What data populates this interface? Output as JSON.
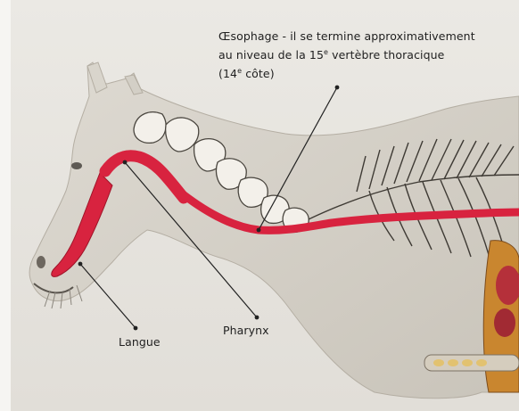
{
  "labels": {
    "oesophage": {
      "line1": "Œsophage - il se termine approximativement",
      "line2_a": "au niveau de la 15",
      "line2_sup": "e",
      "line2_b": " vertèbre thoracique",
      "line3_a": "(14",
      "line3_sup": "e",
      "line3_b": " côte)"
    },
    "langue": "Langue",
    "pharynx": "Pharynx"
  },
  "colors": {
    "background": "#e6e4df",
    "horse_coat": "#d6d2c9",
    "digestive_tract": "#d8233f",
    "bones": "#f3f0ea",
    "leader_lines": "#222222"
  }
}
